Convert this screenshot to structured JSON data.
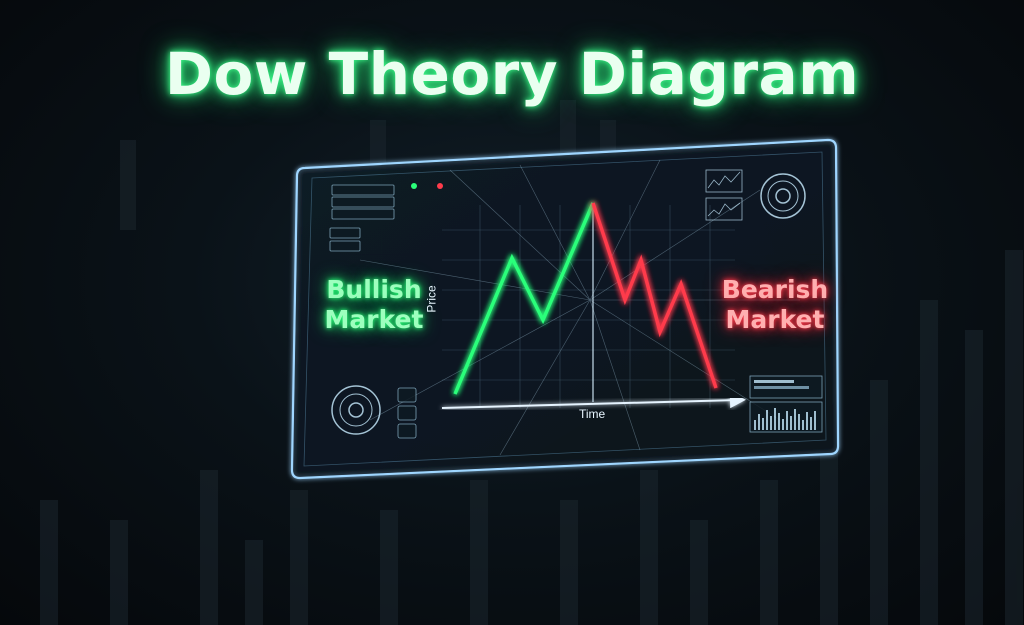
{
  "title": "Dow Theory Diagram",
  "labels": {
    "bullish_line1": "Bullish",
    "bullish_line2": "Market",
    "bearish_line1": "Bearish",
    "bearish_line2": "Market",
    "y_axis": "Price",
    "x_axis": "Time"
  },
  "colors": {
    "bullish": "#2bff7a",
    "bearish": "#ff3b4b",
    "axis": "#e6f4ff",
    "panel_border": "#9fd6ff"
  },
  "diagram": {
    "bullish_path": [
      "low",
      "peak",
      "higher low",
      "higher high"
    ],
    "bearish_path": [
      "high",
      "lower high",
      "low",
      "lower high",
      "lower low"
    ]
  }
}
